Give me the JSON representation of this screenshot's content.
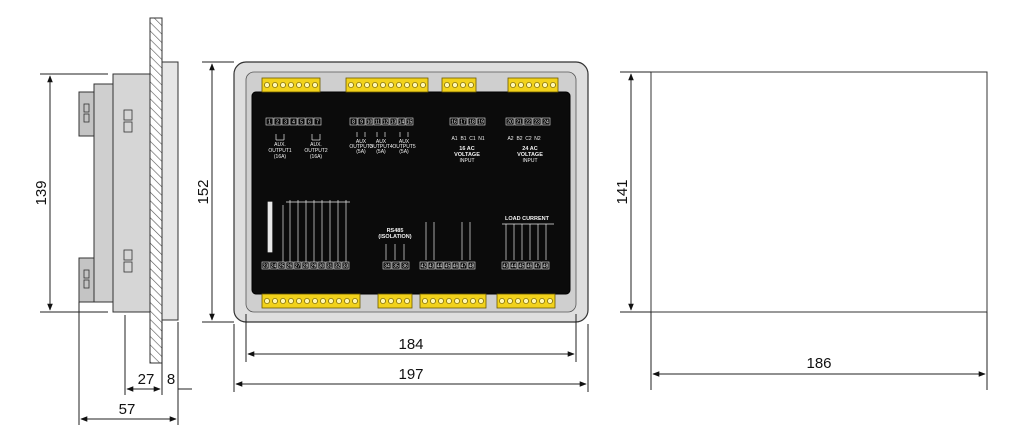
{
  "dimensions": {
    "side_height": "139",
    "front_outer_height": "152",
    "cutout_height": "141",
    "front_inner_width": "184",
    "front_outer_width": "197",
    "cutout_width": "186",
    "side_depth_inner": "27",
    "panel_thickness": "8",
    "side_depth_total": "57"
  },
  "panel_labels": {
    "aux_output1": [
      "AUX.",
      "OUTPUT1",
      "(16A)"
    ],
    "aux_output2": [
      "AUX.",
      "OUTPUT2",
      "(16A)"
    ],
    "aux_output3": [
      "AUX",
      "OUTPUT3",
      "(5A)"
    ],
    "aux_output4": [
      "AUX",
      "OUTPUT4",
      "(5A)"
    ],
    "aux_output5": [
      "AUX",
      "OUTPUT5",
      "(5A)"
    ],
    "voltage_input_1": [
      "16 AC",
      "VOLTAGE",
      "INPUT"
    ],
    "voltage_input_2": [
      "24 AC",
      "VOLTAGE",
      "INPUT"
    ],
    "rs485": [
      "RS485",
      "(ISOLATION)"
    ],
    "load_current": "LOAD CURRENT"
  },
  "terminal_numbers": {
    "top_left": [
      "1",
      "2",
      "3",
      "4",
      "5",
      "6",
      "7"
    ],
    "top_mid": [
      "8",
      "9",
      "10",
      "11",
      "12",
      "13",
      "14",
      "15"
    ],
    "top_right_a": [
      "16",
      "17",
      "18",
      "19"
    ],
    "top_right_b": [
      "20",
      "21",
      "22",
      "23",
      "24"
    ],
    "top_right_a_phase": [
      "A1",
      "B1",
      "C1",
      "N1"
    ],
    "top_right_b_phase": [
      "A2",
      "B2",
      "C2",
      "N2"
    ],
    "bottom_left": [
      "23",
      "24",
      "25",
      "26",
      "27",
      "28",
      "29",
      "30",
      "31",
      "32",
      "33"
    ],
    "bottom_rs485": [
      "34",
      "35",
      "36"
    ],
    "bottom_mid": [
      "42",
      "43",
      "44",
      "45",
      "46",
      "47",
      "48"
    ],
    "bottom_right": [
      "43",
      "44",
      "45",
      "46",
      "47",
      "48"
    ]
  }
}
